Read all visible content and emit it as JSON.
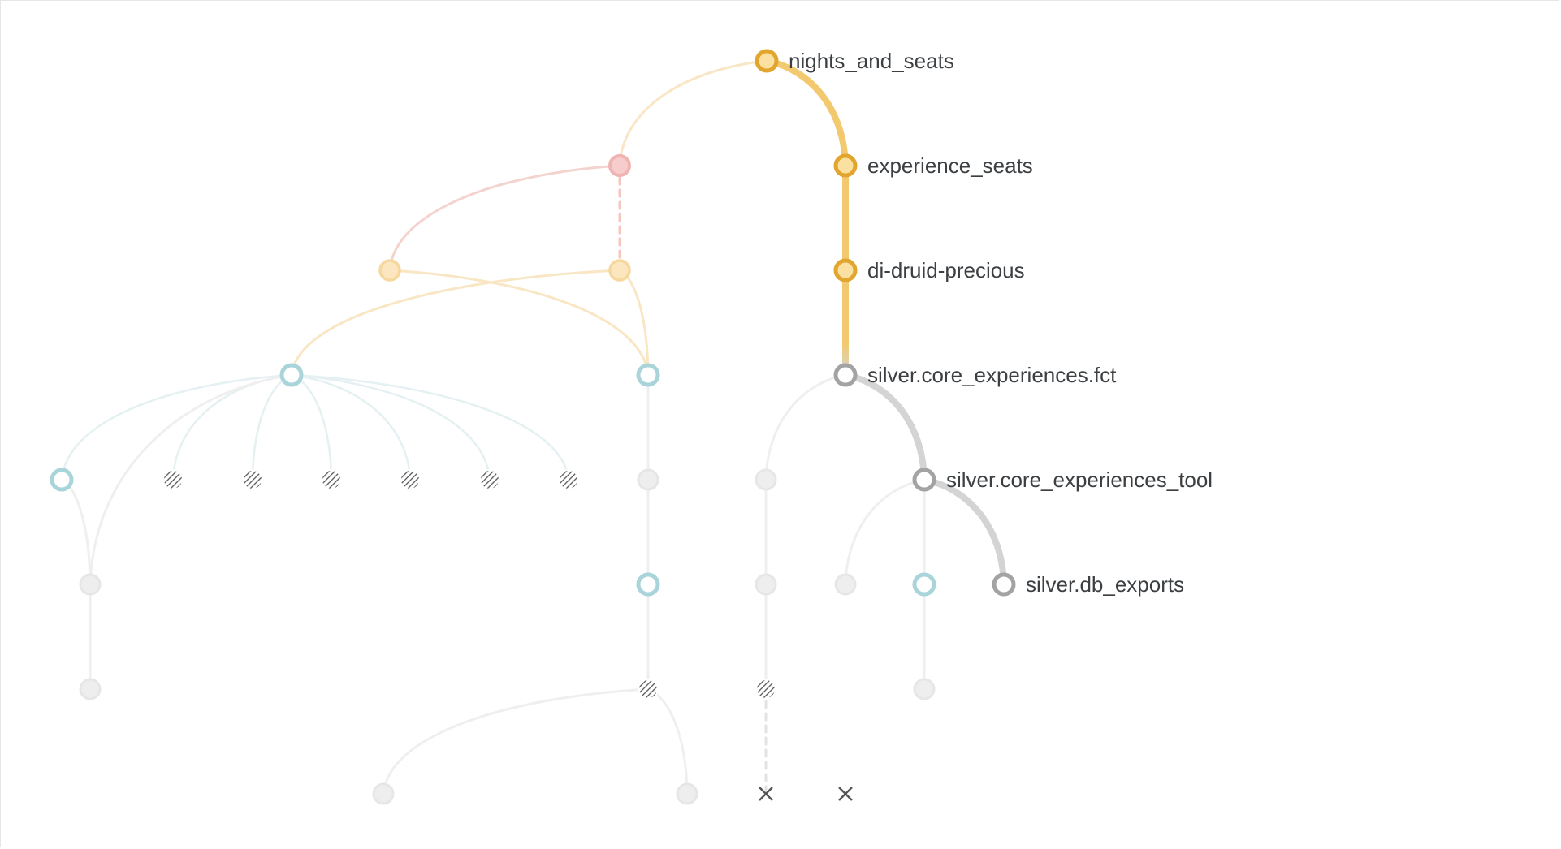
{
  "colors": {
    "active_edge": "#f3c96f",
    "active_node_stroke": "#e2a52e",
    "active_node_fill": "#fbe1a1",
    "lineage_edge": "#d4d4d4",
    "lineage_node_stroke": "#a3a3a3",
    "faded_node": "#e6e6e6",
    "faded_edge": "#efefef",
    "teal": "#a8d4da",
    "pink_stroke": "#f1b2b2",
    "pink_fill": "#f7cccc",
    "light_orange_stroke": "#f6d79c",
    "light_orange_fill": "#fbe6bf",
    "label": "#3c4043"
  },
  "nodes": [
    {
      "id": "nights_and_seats",
      "label": "nights_and_seats",
      "kind": "active"
    },
    {
      "id": "experience_seats",
      "label": "experience_seats",
      "kind": "active"
    },
    {
      "id": "di_druid_precious",
      "label": "di-druid-precious",
      "kind": "active"
    },
    {
      "id": "silver_core_experiences_fct",
      "label": "silver.core_experiences.fct",
      "kind": "lineage"
    },
    {
      "id": "silver_core_experiences_tool",
      "label": "silver.core_experiences_tool",
      "kind": "lineage"
    },
    {
      "id": "silver_db_exports",
      "label": "silver.db_exports",
      "kind": "lineage"
    },
    {
      "id": "n_pink",
      "label": "",
      "kind": "pink"
    },
    {
      "id": "n_o1",
      "label": "",
      "kind": "lightorange"
    },
    {
      "id": "n_o2",
      "label": "",
      "kind": "lightorange"
    },
    {
      "id": "n_t1",
      "label": "",
      "kind": "teal"
    },
    {
      "id": "n_t2",
      "label": "",
      "kind": "teal"
    },
    {
      "id": "n_t3",
      "label": "",
      "kind": "teal"
    },
    {
      "id": "n_t4",
      "label": "",
      "kind": "teal"
    },
    {
      "id": "n_t5",
      "label": "",
      "kind": "teal"
    },
    {
      "id": "n_h1",
      "label": "",
      "kind": "hatched"
    },
    {
      "id": "n_h2",
      "label": "",
      "kind": "hatched"
    },
    {
      "id": "n_h3",
      "label": "",
      "kind": "hatched"
    },
    {
      "id": "n_h4",
      "label": "",
      "kind": "hatched"
    },
    {
      "id": "n_h5",
      "label": "",
      "kind": "hatched"
    },
    {
      "id": "n_h6",
      "label": "",
      "kind": "hatched"
    },
    {
      "id": "n_h7",
      "label": "",
      "kind": "hatched"
    },
    {
      "id": "n_h8",
      "label": "",
      "kind": "hatched"
    },
    {
      "id": "n_g1",
      "label": "",
      "kind": "grey"
    },
    {
      "id": "n_g2",
      "label": "",
      "kind": "grey"
    },
    {
      "id": "n_g3",
      "label": "",
      "kind": "grey"
    },
    {
      "id": "n_g4",
      "label": "",
      "kind": "grey"
    },
    {
      "id": "n_g5",
      "label": "",
      "kind": "grey"
    },
    {
      "id": "n_g6",
      "label": "",
      "kind": "grey"
    },
    {
      "id": "n_g7",
      "label": "",
      "kind": "grey"
    },
    {
      "id": "n_g8",
      "label": "",
      "kind": "grey"
    },
    {
      "id": "n_g9",
      "label": "",
      "kind": "grey"
    },
    {
      "id": "n_g10",
      "label": "",
      "kind": "grey"
    },
    {
      "id": "n_x1",
      "label": "",
      "kind": "x"
    },
    {
      "id": "n_x2",
      "label": "",
      "kind": "x"
    }
  ],
  "edges": [
    {
      "from": "nights_and_seats",
      "to": "experience_seats",
      "style": "active"
    },
    {
      "from": "experience_seats",
      "to": "di_druid_precious",
      "style": "active"
    },
    {
      "from": "di_druid_precious",
      "to": "silver_core_experiences_fct",
      "style": "active-fade"
    },
    {
      "from": "silver_core_experiences_fct",
      "to": "silver_core_experiences_tool",
      "style": "lineage"
    },
    {
      "from": "silver_core_experiences_tool",
      "to": "silver_db_exports",
      "style": "lineage"
    },
    {
      "from": "nights_and_seats",
      "to": "n_pink",
      "style": "faint-orange"
    },
    {
      "from": "n_pink",
      "to": "n_o1",
      "style": "faint-pink"
    },
    {
      "from": "n_pink",
      "to": "n_o2",
      "style": "dashed-pink"
    },
    {
      "from": "n_o1",
      "to": "n_t2",
      "style": "faint-orange"
    },
    {
      "from": "n_o2",
      "to": "n_t1",
      "style": "faint-orange"
    },
    {
      "from": "n_o2",
      "to": "n_t2",
      "style": "faint-orange"
    },
    {
      "from": "n_t1",
      "to": "n_t3",
      "style": "faint-teal"
    },
    {
      "from": "n_t1",
      "to": "n_h1",
      "style": "faint-teal"
    },
    {
      "from": "n_t1",
      "to": "n_h2",
      "style": "faint-teal"
    },
    {
      "from": "n_t1",
      "to": "n_h3",
      "style": "faint-teal"
    },
    {
      "from": "n_t1",
      "to": "n_h4",
      "style": "faint-teal"
    },
    {
      "from": "n_t1",
      "to": "n_h5",
      "style": "faint-teal"
    },
    {
      "from": "n_t1",
      "to": "n_h6",
      "style": "faint-teal"
    },
    {
      "from": "n_t1",
      "to": "n_g2",
      "style": "faint"
    },
    {
      "from": "n_t3",
      "to": "n_g2",
      "style": "faint"
    },
    {
      "from": "n_g2",
      "to": "n_g6",
      "style": "faint"
    },
    {
      "from": "n_t2",
      "to": "n_g1",
      "style": "faint"
    },
    {
      "from": "n_g1",
      "to": "n_t4",
      "style": "faint"
    },
    {
      "from": "n_t4",
      "to": "n_h7",
      "style": "faint"
    },
    {
      "from": "n_h7",
      "to": "n_g8",
      "style": "faint"
    },
    {
      "from": "n_h7",
      "to": "n_g9",
      "style": "faint"
    },
    {
      "from": "silver_core_experiences_fct",
      "to": "n_g3",
      "style": "faint"
    },
    {
      "from": "n_g3",
      "to": "n_g4",
      "style": "faint"
    },
    {
      "from": "n_g4",
      "to": "n_h8",
      "style": "faint"
    },
    {
      "from": "n_h8",
      "to": "n_x1",
      "style": "dashed-faint"
    },
    {
      "from": "silver_core_experiences_tool",
      "to": "n_g5",
      "style": "faint"
    },
    {
      "from": "silver_core_experiences_tool",
      "to": "n_t5",
      "style": "faint"
    },
    {
      "from": "n_t5",
      "to": "n_g7",
      "style": "faint"
    }
  ]
}
